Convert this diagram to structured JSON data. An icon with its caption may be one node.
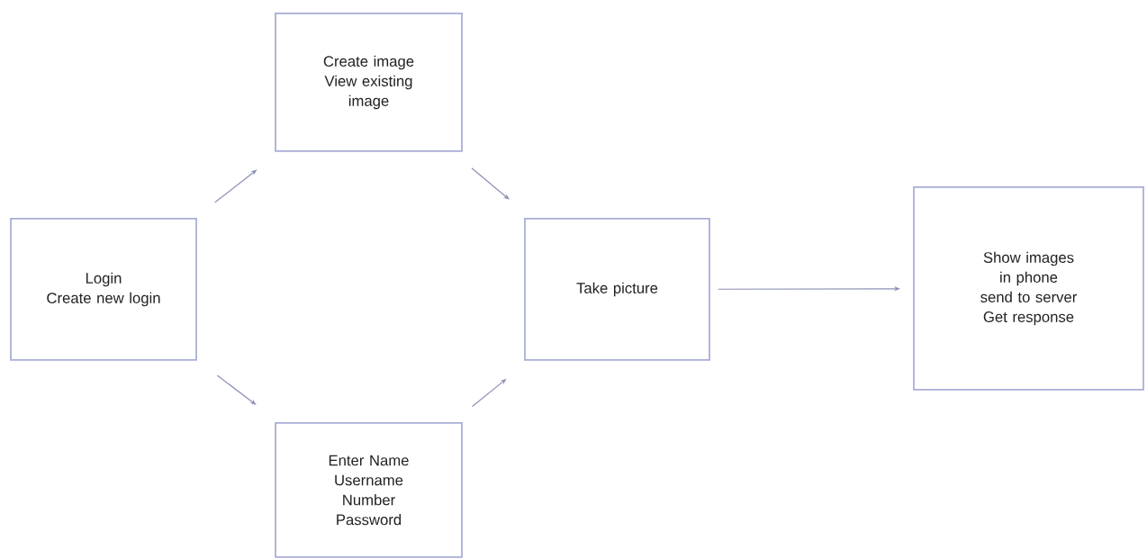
{
  "diagram": {
    "nodes": [
      {
        "text": [
          "Login",
          "Create new login"
        ]
      },
      {
        "text": [
          "Create image",
          "View existing image"
        ]
      },
      {
        "text": [
          "Enter Name",
          "Username",
          "Number",
          "Password"
        ]
      },
      {
        "text": [
          "Take picture"
        ]
      },
      {
        "text": [
          "Show images in phone",
          "send to server",
          "Get response"
        ]
      }
    ],
    "edges": [
      {
        "from": 0,
        "to": 1,
        "arrow": "to"
      },
      {
        "from": 0,
        "to": 2,
        "arrow": "to"
      },
      {
        "from": 1,
        "to": 3,
        "arrow": "to"
      },
      {
        "from": 2,
        "to": 3,
        "arrow": "to"
      },
      {
        "from": 3,
        "to": 4,
        "arrow": "to"
      }
    ]
  }
}
